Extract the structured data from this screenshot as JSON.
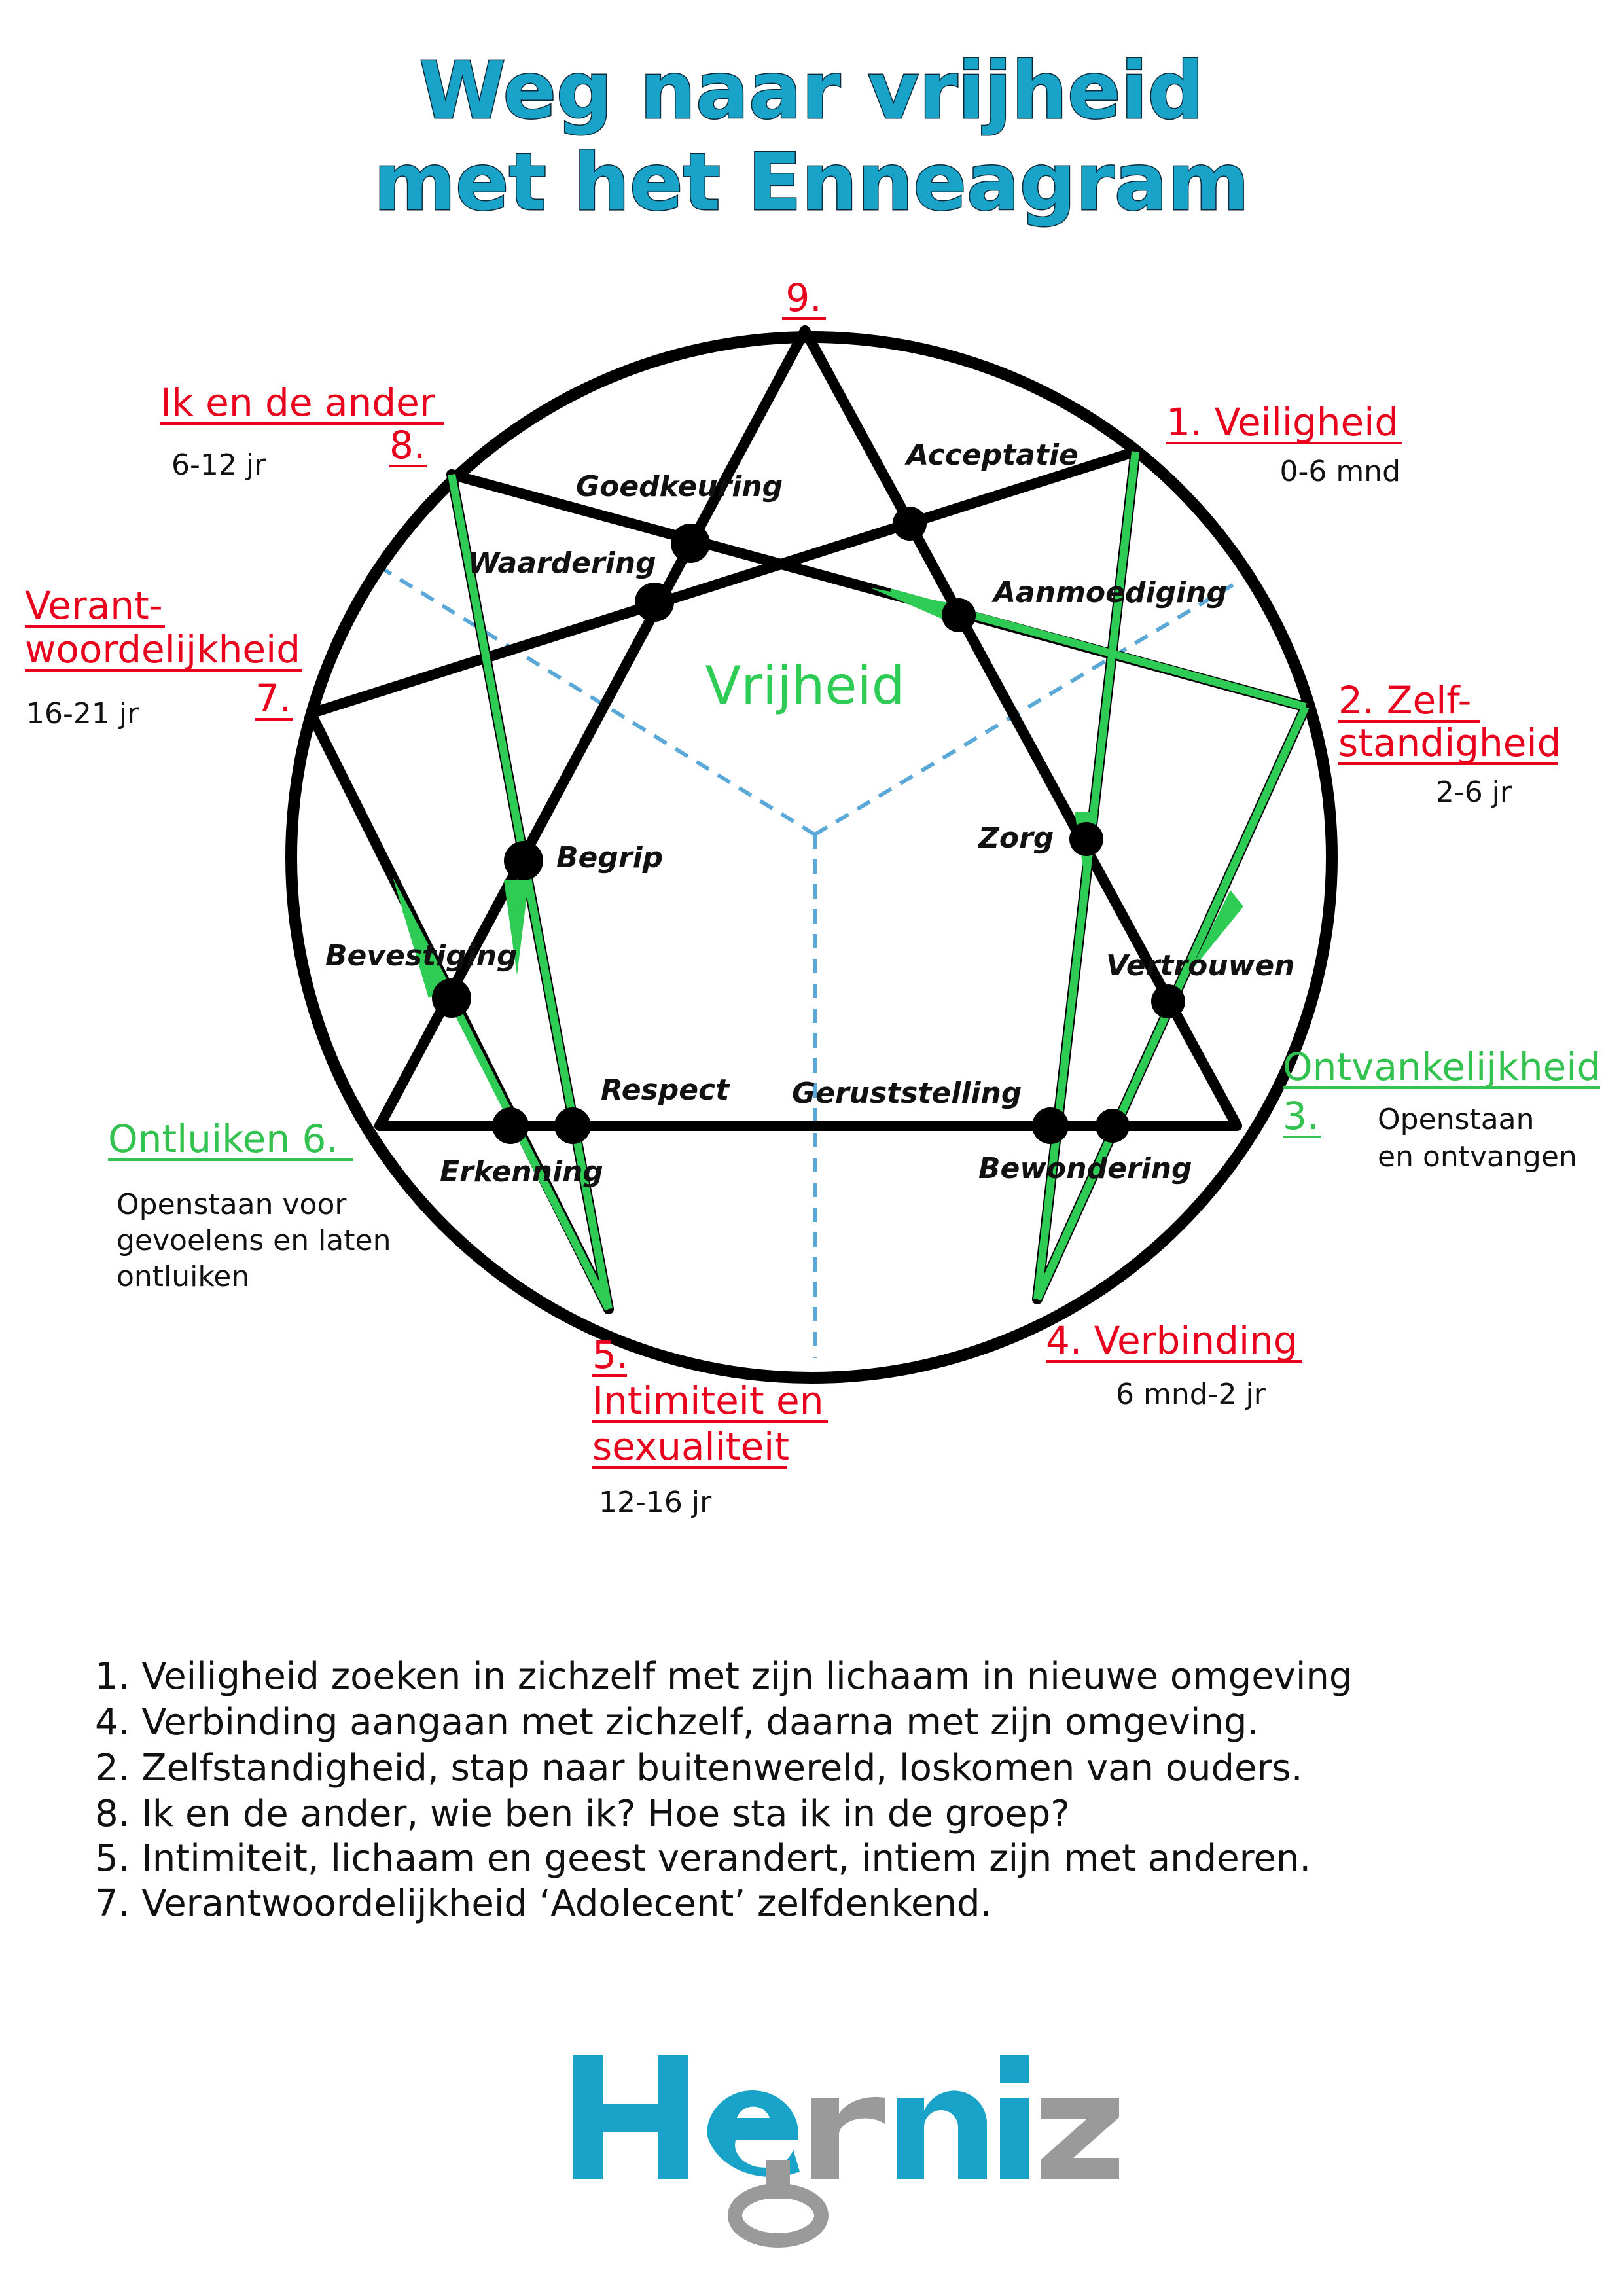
{
  "title": {
    "line1": "Weg naar vrijheid",
    "line2": "met het Enneagram"
  },
  "points": {
    "p9": "9.",
    "p1": "1. Veiligheid",
    "p1_age": "0-6 mnd",
    "p2a": "2. Zelf-",
    "p2b": "standigheid",
    "p2_age": "2-6 jr",
    "p3a": "Ontvankelijkheid",
    "p3b": "3.",
    "p3_desc1": "Openstaan",
    "p3_desc2": "en ontvangen",
    "p4": "4. Verbinding",
    "p4_age": "6 mnd-2 jr",
    "p5a": "5.",
    "p5b": "Intimiteit en",
    "p5c": "sexualiteit",
    "p5_age": "12-16 jr",
    "p6": "Ontluiken 6.",
    "p6_desc1": "Openstaan voor",
    "p6_desc2": "gevoelens en laten",
    "p6_desc3": "ontluiken",
    "p7a": "Verant-",
    "p7b": "woordelijkheid",
    "p7c": "7.",
    "p7_age": "16-21 jr",
    "p8a": "Ik en de ander",
    "p8b": "8.",
    "p8_age": "6-12 jr"
  },
  "nodes": {
    "acceptatie": "Acceptatie",
    "goedkeuring": "Goedkeuring",
    "waardering": "Waardering",
    "aanmoediging": "Aanmoediging",
    "begrip": "Begrip",
    "zorg": "Zorg",
    "bevestiging": "Bevestiging",
    "vertrouwen": "Vertrouwen",
    "respect": "Respect",
    "geruststelling": "Geruststelling",
    "erkenning": "Erkenning",
    "bewondering": "Bewondering"
  },
  "center": "Vrijheid",
  "notes": [
    "1. Veiligheid zoeken in zichzelf met zijn lichaam in nieuwe omgeving",
    "4. Verbinding aangaan met zichzelf, daarna met zijn omgeving.",
    "2. Zelfstandigheid, stap naar buitenwereld, loskomen van ouders.",
    "8. Ik en de ander, wie ben ik? Hoe sta ik in de groep?",
    "5. Intimiteit, lichaam en geest verandert, intiem zijn met anderen.",
    "7. Verantwoordelijkheid ‘Adolecent’ zelfdenkend."
  ],
  "logo": "Herniz",
  "colors": {
    "title": "#1aa3c8",
    "red": "#e8001c",
    "green": "#33c24f",
    "line": "#000000",
    "dash": "#5aa8d8",
    "logo_blue": "#1aa3c8",
    "logo_grey": "#9a9a9a"
  }
}
